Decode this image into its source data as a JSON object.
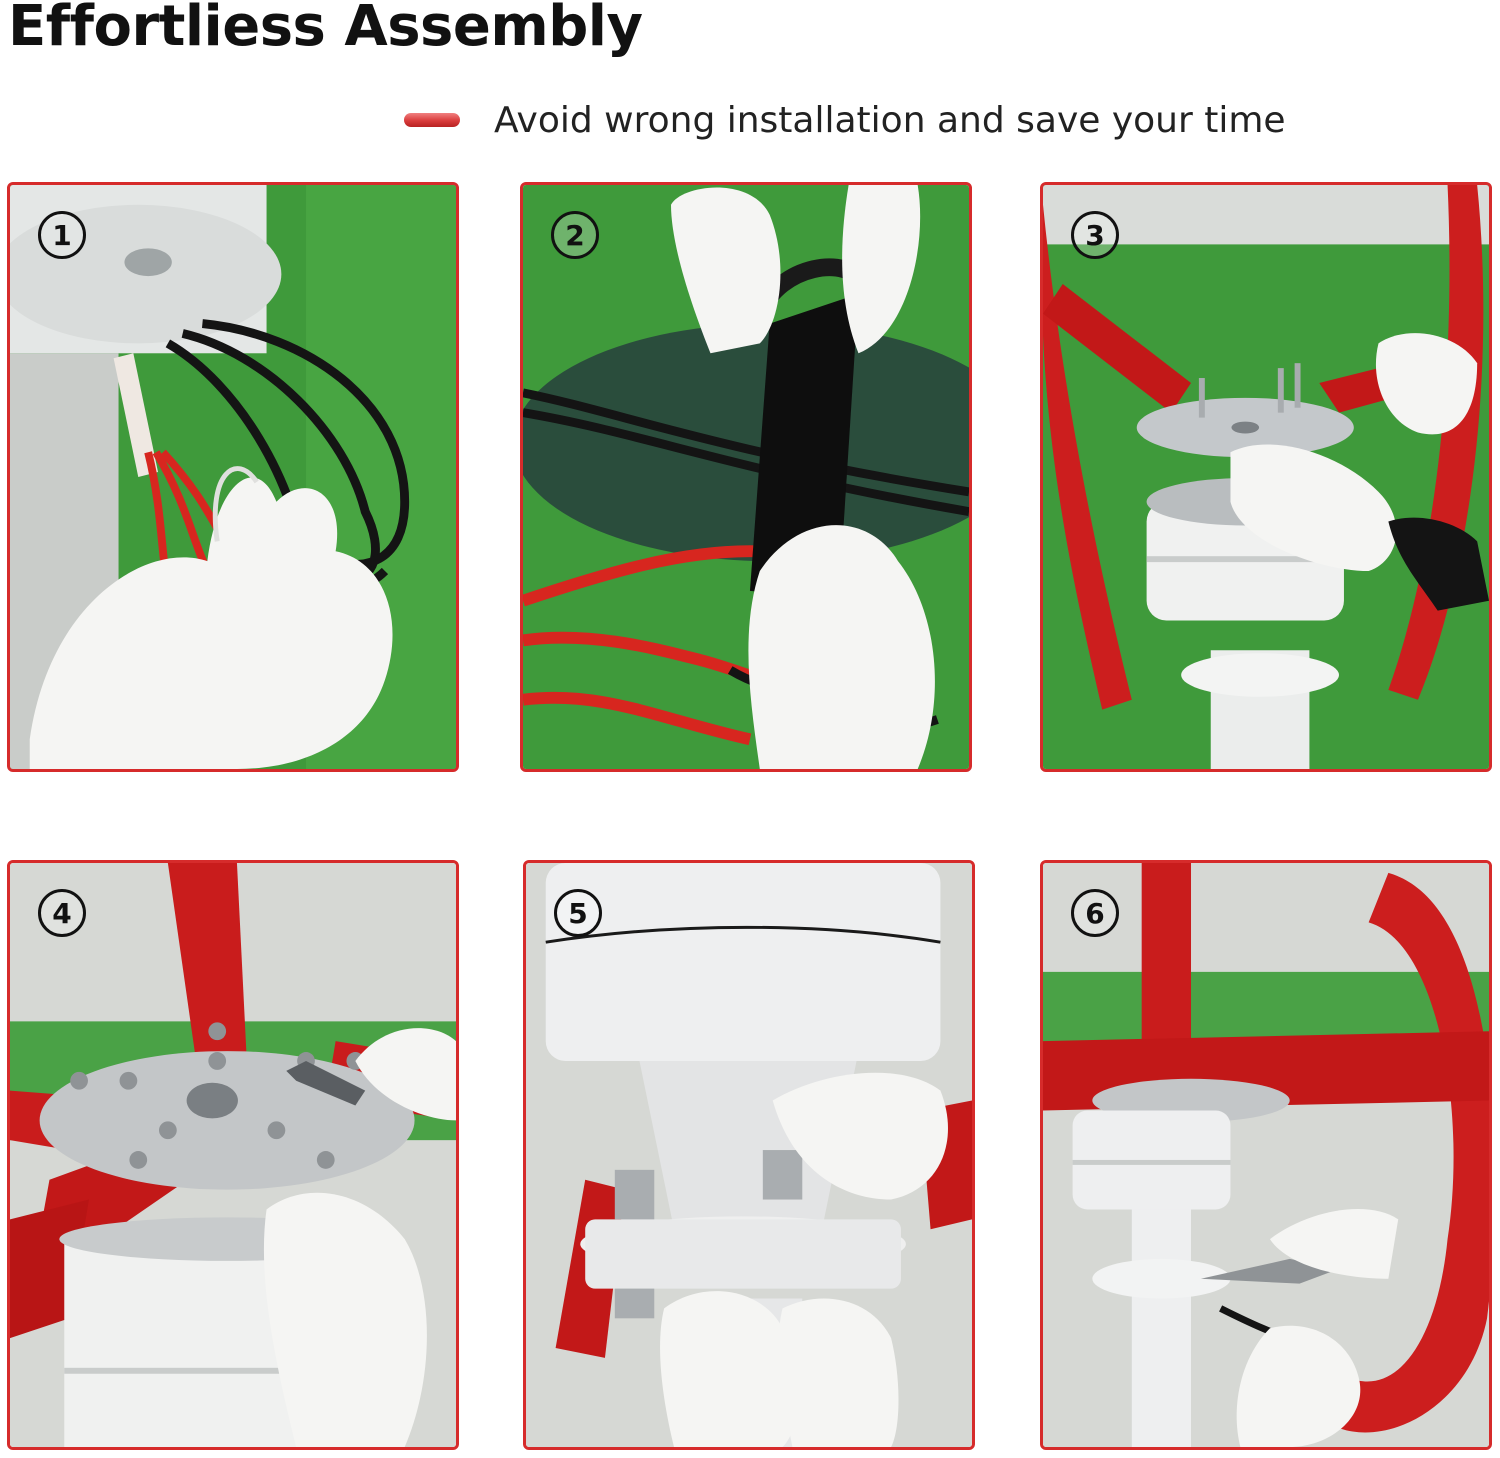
{
  "header": {
    "title": "Effortliess Assembly",
    "tagline": "Avoid wrong installation and save your time"
  },
  "colors": {
    "accent_red": "#d62b2b",
    "background_green": "#3f9a3b",
    "background_gray": "#e2e4e1"
  },
  "steps": [
    {
      "number": "1"
    },
    {
      "number": "2"
    },
    {
      "number": "3"
    },
    {
      "number": "4"
    },
    {
      "number": "5"
    },
    {
      "number": "6"
    }
  ]
}
